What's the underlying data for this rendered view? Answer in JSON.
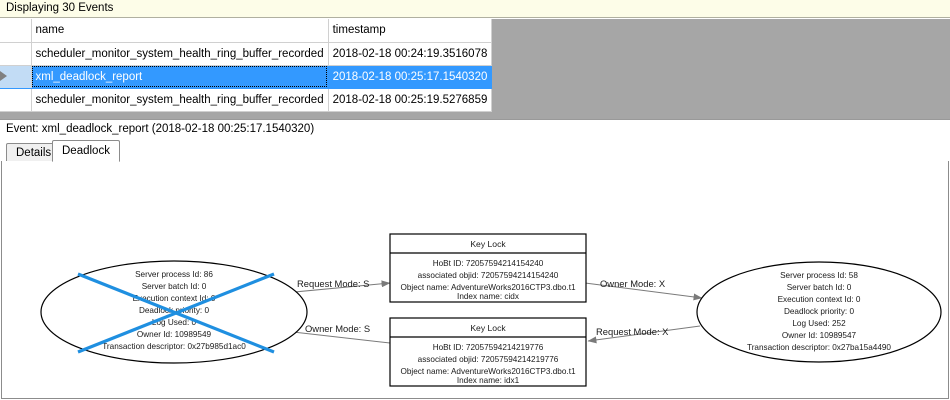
{
  "status": {
    "text": "Displaying 30 Events"
  },
  "grid": {
    "columns": [
      "",
      "name",
      "timestamp"
    ],
    "rows": [
      {
        "selector": "",
        "name": "scheduler_monitor_system_health_ring_buffer_recorded",
        "timestamp": "2018-02-18 00:24:19.3516078",
        "selected": false
      },
      {
        "selector": "row-arrow",
        "name": "xml_deadlock_report",
        "timestamp": "2018-02-18 00:25:17.1540320",
        "selected": true
      },
      {
        "selector": "",
        "name": "scheduler_monitor_system_health_ring_buffer_recorded",
        "timestamp": "2018-02-18 00:25:19.5276859",
        "selected": false
      }
    ]
  },
  "event": {
    "title": "Event: xml_deadlock_report (2018-02-18 00:25:17.1540320)"
  },
  "tabs": [
    {
      "label": "Details",
      "active": false
    },
    {
      "label": "Deadlock",
      "active": true
    }
  ],
  "deadlock": {
    "victim_process": {
      "lines": [
        "Server process Id: 86",
        "Server batch Id: 0",
        "Execution context Id: 0",
        "Deadlock priority: 0",
        "Log Used: 0",
        "Owner Id: 10989549",
        "Transaction descriptor: 0x27b985d1ac0"
      ],
      "is_victim": true,
      "victim_cross_color": "#1f8fe0"
    },
    "surviving_process": {
      "lines": [
        "Server process Id: 58",
        "Server batch Id: 0",
        "Execution context Id: 0",
        "Deadlock priority: 0",
        "Log Used: 252",
        "Owner Id: 10989547",
        "Transaction descriptor: 0x27ba15a4490"
      ],
      "is_victim": false
    },
    "resource_top": {
      "title": "Key Lock",
      "lines": [
        "HoBt ID: 72057594214154240",
        "associated objid: 72057594214154240",
        "Object name: AdventureWorks2016CTP3.dbo.t1",
        "Index name: cidx"
      ]
    },
    "resource_bottom": {
      "title": "Key Lock",
      "lines": [
        "HoBt ID: 72057594214219776",
        "associated objid: 72057594214219776",
        "Object name: AdventureWorks2016CTP3.dbo.t1",
        "Index name: idx1"
      ]
    },
    "edges": [
      {
        "id": "edge-request-s",
        "label": "Request Mode: S"
      },
      {
        "id": "edge-owner-s",
        "label": "Owner Mode: S"
      },
      {
        "id": "edge-owner-x",
        "label": "Owner Mode: X"
      },
      {
        "id": "edge-request-x",
        "label": "Request Mode: X"
      }
    ]
  }
}
